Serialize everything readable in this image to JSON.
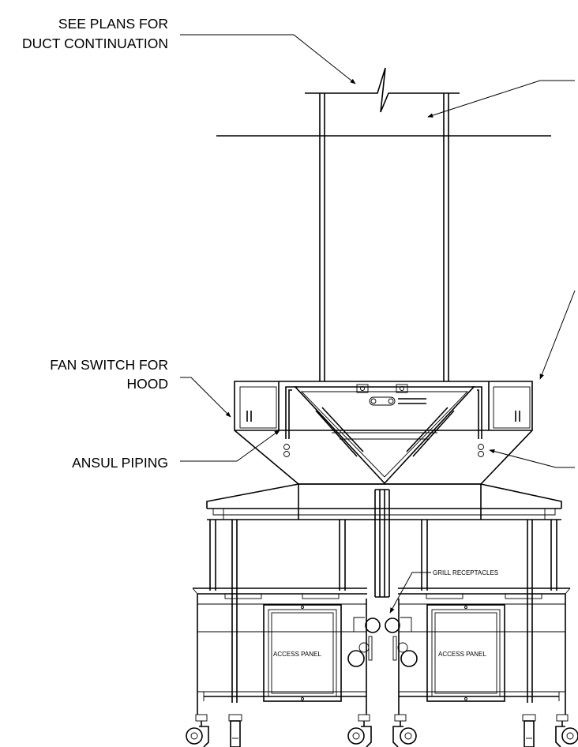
{
  "labels": {
    "duct_note_line1": "SEE PLANS FOR",
    "duct_note_line2": "DUCT CONTINUATION",
    "fan_switch_line1": "FAN SWITCH FOR",
    "fan_switch_line2": "HOOD",
    "ansul_piping": "ANSUL PIPING",
    "grill_receptacles": "GRILL RECEPTACLES",
    "access_panel_left": "ACCESS PANEL",
    "access_panel_right": "ACCESS PANEL"
  }
}
